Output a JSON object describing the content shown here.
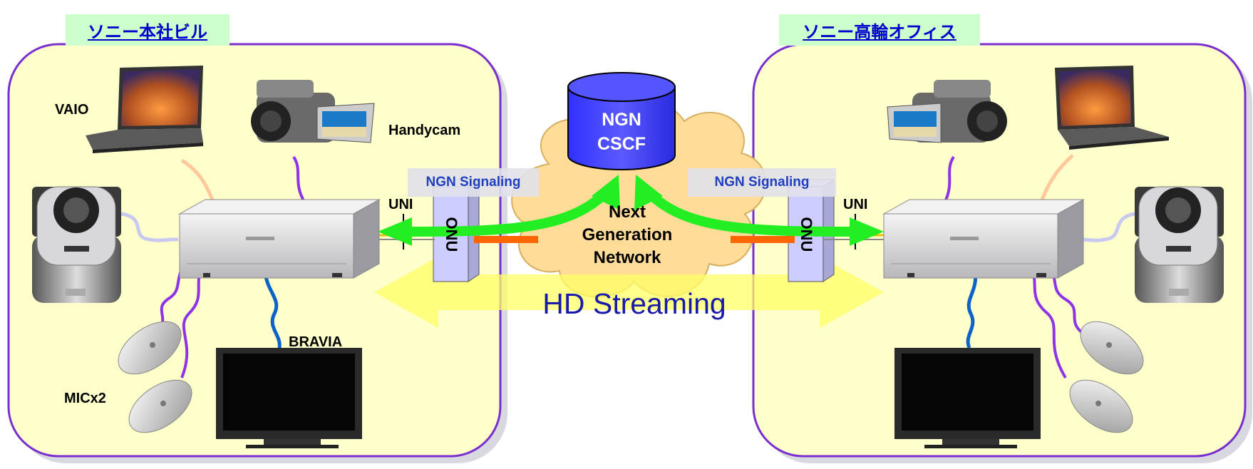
{
  "sites": {
    "left": {
      "name": "ソニー本社ビル"
    },
    "right": {
      "name": "ソニー高輪オフィス"
    }
  },
  "devices": {
    "vaio": "VAIO",
    "handycam": "Handycam",
    "bravia": "BRAVIA",
    "mic": "MICx2"
  },
  "network": {
    "cscf_line1": "NGN",
    "cscf_line2": "CSCF",
    "cloud_line1": "Next",
    "cloud_line2": "Generation",
    "cloud_line3": "Network",
    "signaling_left": "NGN Signaling",
    "signaling_right": "NGN Signaling",
    "uni_left": "UNI",
    "uni_right": "UNI",
    "onu_left": "ONU",
    "onu_right": "ONU",
    "streaming": "HD Streaming"
  },
  "colors": {
    "site_fill": "#ffffcc",
    "site_border": "#7a2ecf",
    "label_bg": "#ccffcc",
    "cscf_fill": "#3333ff",
    "cloud_fill": "#ffdd99",
    "arrow_green": "#22ee22",
    "stream_arrow": "#ffff66",
    "orange_link": "#ff6600"
  }
}
